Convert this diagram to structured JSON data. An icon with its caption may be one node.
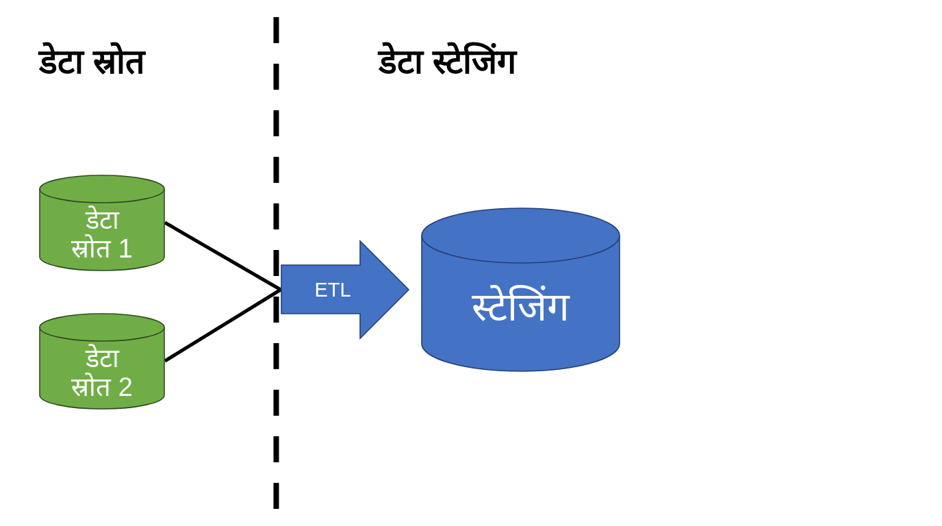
{
  "diagram": {
    "nodes": [
      {
        "text": [
          "डेटा स्रोत 1"
        ]
      },
      {
        "text": [
          "डेटा स्रोत 2"
        ]
      },
      {
        "text": [
          "ETL"
        ]
      },
      {
        "text": [
          "स्टेजिंग"
        ]
      }
    ],
    "edges": [
      {
        "from": 0,
        "to": 2,
        "arrow": "none"
      },
      {
        "from": 1,
        "to": 2,
        "arrow": "none"
      }
    ],
    "labels": [
      "डेटा स्रोत",
      "डेटा स्टेजिंग"
    ]
  }
}
